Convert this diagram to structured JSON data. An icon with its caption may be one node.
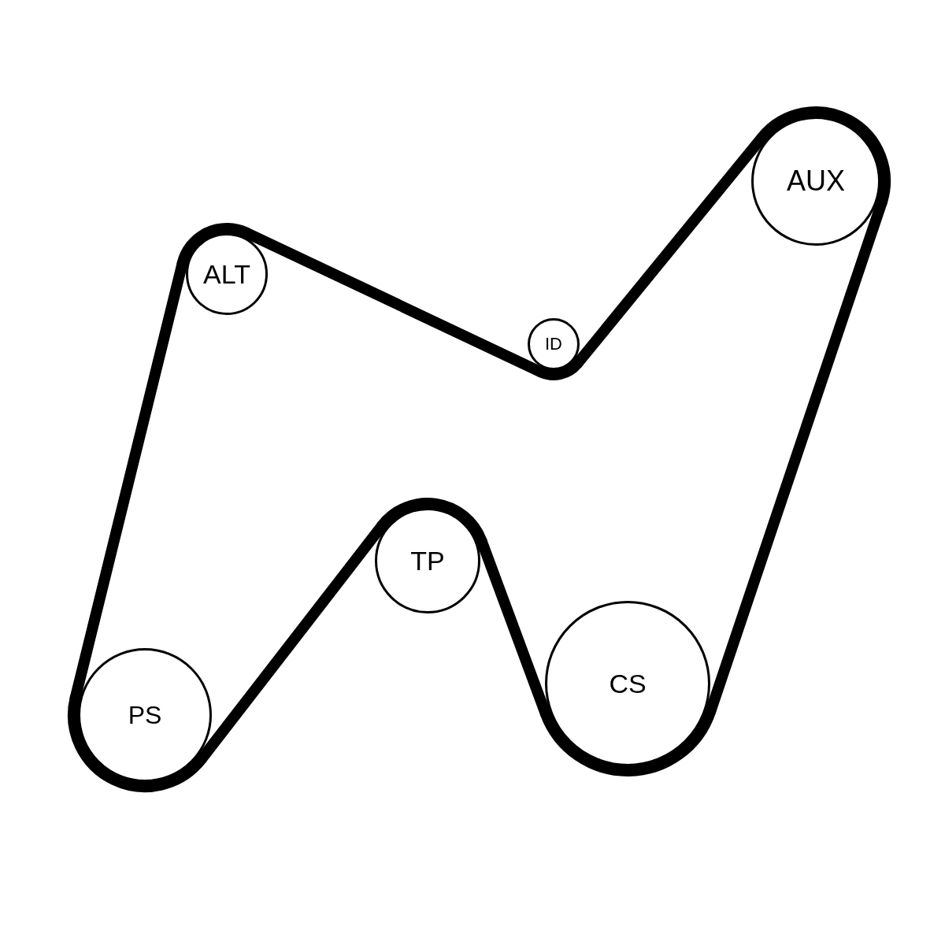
{
  "diagram": {
    "nodes": [
      {
        "text": [
          "AUX"
        ]
      },
      {
        "text": [
          "ALT"
        ]
      },
      {
        "text": [
          "ID"
        ]
      },
      {
        "text": [
          "TP"
        ]
      },
      {
        "text": [
          "CS"
        ]
      },
      {
        "text": [
          "PS"
        ]
      }
    ],
    "edges": [
      {
        "from": 1,
        "to": 2,
        "arrow": "none"
      },
      {
        "from": 2,
        "to": 0,
        "arrow": "none"
      },
      {
        "from": 0,
        "to": 4,
        "arrow": "none"
      },
      {
        "from": 4,
        "to": 3,
        "arrow": "none"
      },
      {
        "from": 3,
        "to": 5,
        "arrow": "none"
      },
      {
        "from": 5,
        "to": 1,
        "arrow": "none"
      }
    ]
  }
}
